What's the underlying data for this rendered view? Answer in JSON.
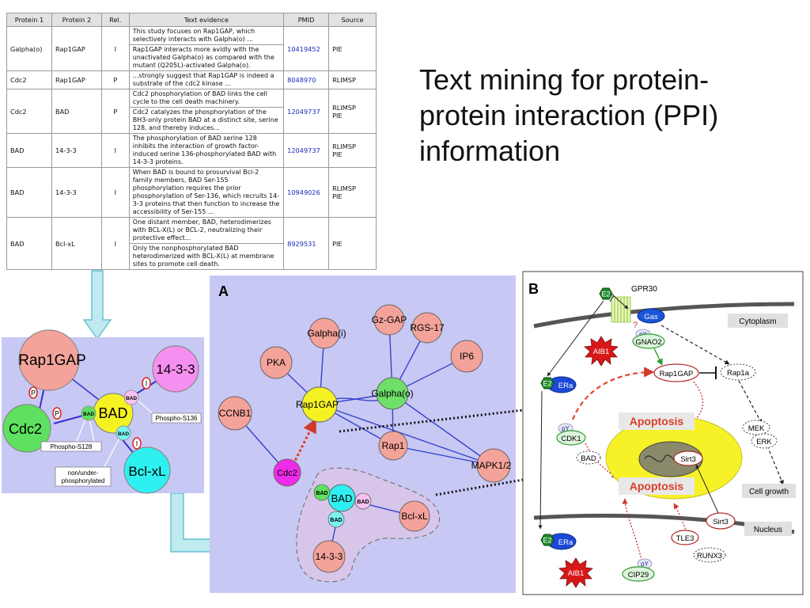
{
  "title": "Text mining for protein-protein interaction (PPI) information",
  "table": {
    "headers": [
      "Protein 1",
      "Protein 2",
      "Rel.",
      "Text evidence",
      "PMID",
      "Source"
    ],
    "rows": [
      {
        "p1": "Galpha(o)",
        "p2": "Rap1GAP",
        "rel": "I",
        "pmid": "10419452",
        "source": [
          "PIE"
        ],
        "evidence": [
          "This study focuses on Rap1GAP, which selectively interacts with Galpha(o) ...",
          "Rap1GAP interacts more avidly with the unactivated Galpha(o) as compared with the mutant (Q205L)-activated Galpha(o)."
        ]
      },
      {
        "p1": "Cdc2",
        "p2": "Rap1GAP",
        "rel": "P",
        "pmid": "8048970",
        "source": [
          "RLIMSP"
        ],
        "evidence": [
          "...strongly suggest that Rap1GAP is indeed a substrate of the cdc2 kinase ..."
        ]
      },
      {
        "p1": "Cdc2",
        "p2": "BAD",
        "rel": "P",
        "pmid": "12049737",
        "source": [
          "RLIMSP",
          "PIE"
        ],
        "evidence": [
          "Cdc2 phosphorylation of BAD links the cell cycle to the cell death machinery.",
          "Cdc2 catalyzes the phosphorylation of the BH3-only protein BAD at a distinct site, serine 128, and thereby induces..."
        ]
      },
      {
        "p1": "BAD",
        "p2": "14-3-3",
        "rel": "I",
        "pmid": "12049737",
        "source": [
          "RLIMSP",
          "PIE"
        ],
        "evidence": [
          "The phosphorylation of BAD serine 128 inhibits the interaction of growth factor-induced serine 136-phosphorylated BAD with 14-3-3 proteins."
        ]
      },
      {
        "p1": "BAD",
        "p2": "14-3-3",
        "rel": "I",
        "pmid": "10949026",
        "source": [
          "RLIMSP",
          "PIE"
        ],
        "evidence": [
          "When BAD is bound to prosurvival Bcl-2 family members, BAD Ser-155 phosphorylation requires the prior phosphorylation of Ser-136, which recruits 14-3-3 proteins that then function to increase the accessibility of Ser-155 ..."
        ]
      },
      {
        "p1": "BAD",
        "p2": "Bcl-xL",
        "rel": "I",
        "pmid": "8929531",
        "source": [
          "PIE"
        ],
        "evidence": [
          "One distant member, BAD, heterodimerizes with BCL-X(L) or BCL-2, neutralizing their protective effect...",
          "Only the nonphosphorylated BAD heterodimerized with BCL-X(L) at membrane sites to promote cell death."
        ]
      }
    ]
  },
  "left_network": {
    "nodes": {
      "rap1gap": "Rap1GAP",
      "n1433": "14-3-3",
      "cdc2": "Cdc2",
      "bad": "BAD",
      "bclxl": "Bcl-xL",
      "bad_small": "BAD"
    },
    "edge_marks": {
      "p": "P",
      "i": "I"
    },
    "callouts": {
      "s128": "Phospho-S128",
      "s136": "Phospho-S136",
      "nonphos": [
        "non/under-",
        "phosphorylated"
      ]
    }
  },
  "panel_a": {
    "label": "A",
    "nodes": {
      "galphai": "Galpha(i)",
      "gzgap": "Gz-GAP",
      "rgs17": "RGS-17",
      "pka": "PKA",
      "ip6": "IP6",
      "rap1gap": "Rap1GAP",
      "galphao": "Galpha(o)",
      "ccnb1": "CCNB1",
      "rap1": "Rap1",
      "mapk": "MAPK1/2",
      "cdc2": "Cdc2",
      "bad": "BAD",
      "bad_small": "BAD",
      "bclxl": "Bcl-xL",
      "n1433": "14-3-3"
    }
  },
  "panel_b": {
    "label": "B",
    "labels": {
      "e2": "E2",
      "gpr30": "GPR30",
      "gas": "Gas",
      "q": "?",
      "py": "pY",
      "gnao2": "GNAO2",
      "aib1": "AIB1",
      "era": "ERa",
      "rap1gap": "Rap1GAP",
      "rap1a": "Rap1a",
      "cytoplasm": "Cytoplasm",
      "apoptosis": "Apoptosis",
      "cdk1": "CDK1",
      "bad": "BAD",
      "mek": "MEK",
      "erk": "ERK",
      "sirt3": "Sirt3",
      "cell_growth": "Cell growth",
      "nucleus": "Nucleus",
      "tle3": "TLE3",
      "runx3": "RUNX3",
      "cip29": "CIP29"
    }
  }
}
